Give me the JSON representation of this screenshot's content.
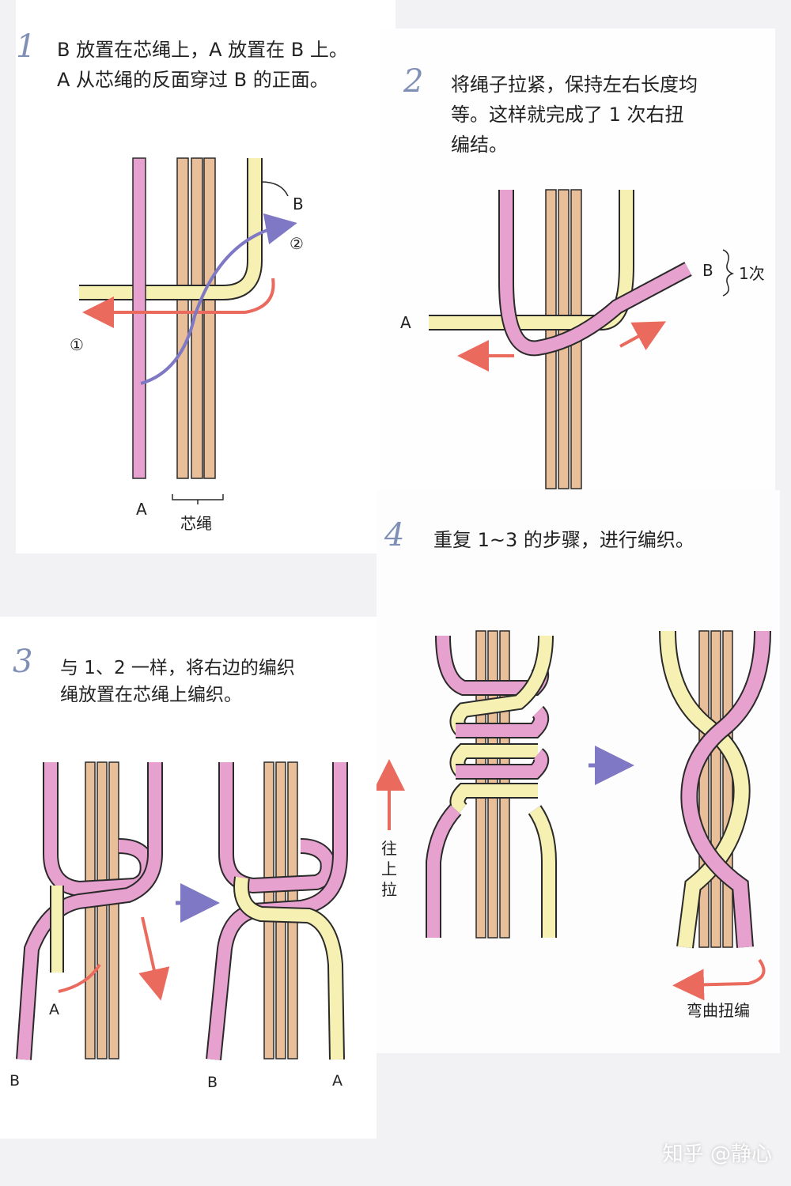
{
  "colors": {
    "core_cord": "#e8bf99",
    "cord_a": "#e6a1cf",
    "cord_b": "#f6f0b2",
    "outline": "#2a2a2a",
    "arrow_red": "#ea6a5e",
    "arrow_blue": "#7f78c4",
    "step_number": "#7f8fb5"
  },
  "step1": {
    "number": "1",
    "lines": [
      "B 放置在芯绳上，A 放置在 B 上。",
      "A 从芯绳的反面穿过 B 的正面。"
    ],
    "label_b": "B",
    "label_a": "A",
    "label_core": "芯绳",
    "mark_1": "①",
    "mark_2": "②"
  },
  "step2": {
    "number": "2",
    "lines": [
      "将绳子拉紧，保持左右长度均",
      "等。这样就完成了 1 次右扭",
      "编结。"
    ],
    "label_a": "A",
    "label_b": "B",
    "label_count": "1次"
  },
  "step3": {
    "number": "3",
    "lines": [
      "与 1、2 一样，将右边的编织",
      "绳放置在芯绳上编织。"
    ],
    "label_a_left": "A",
    "label_b_left": "B",
    "label_b_right": "B",
    "label_a_right": "A"
  },
  "step4": {
    "number": "4",
    "lines": [
      "重复 1~3 的步骤，进行编织。"
    ],
    "pull_up": [
      "往",
      "上",
      "拉"
    ],
    "twist_label": "弯曲扭编"
  },
  "watermark": "知乎 @静心"
}
